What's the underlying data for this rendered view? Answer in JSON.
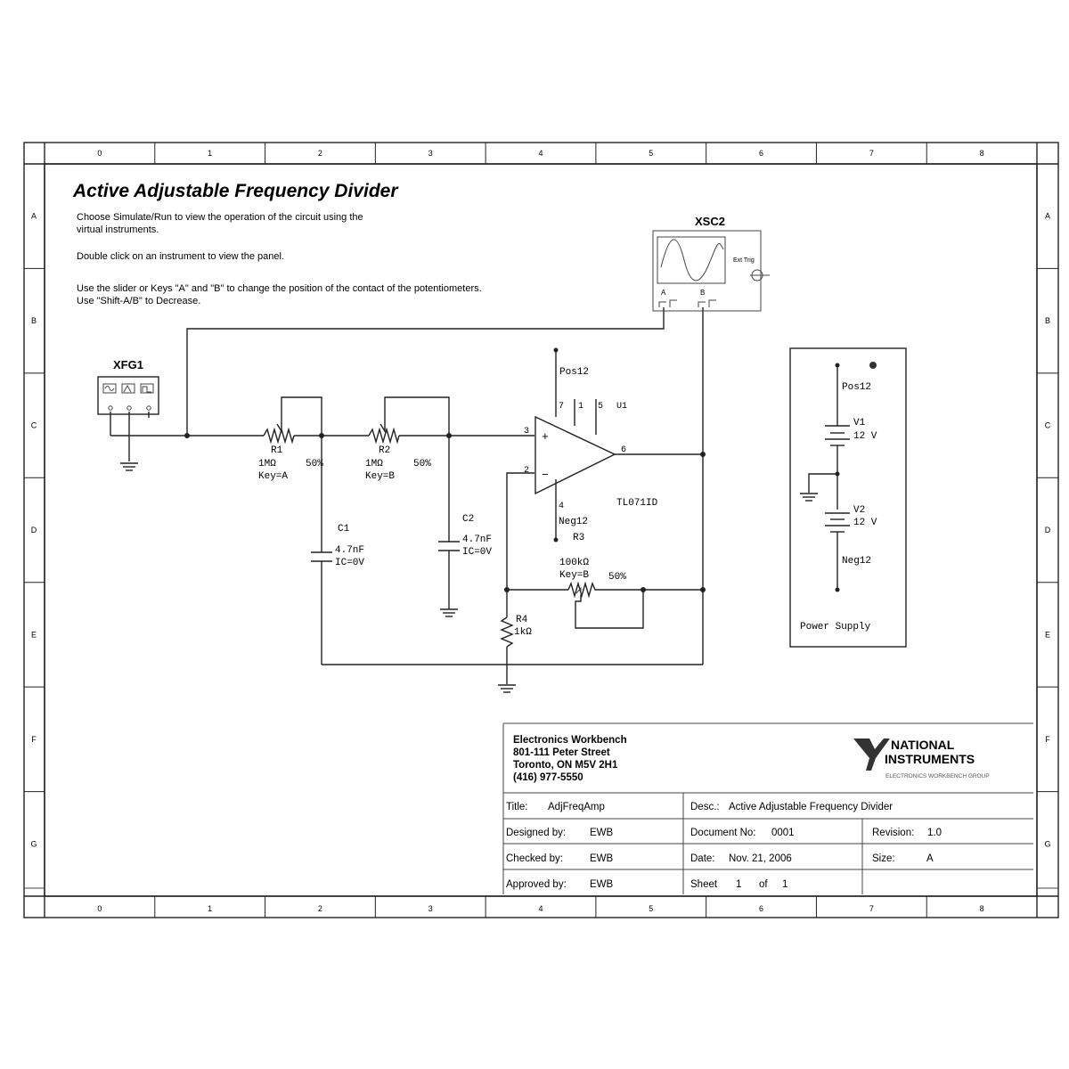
{
  "sheet": {
    "title": "Active Adjustable Frequency Divider",
    "col_labels": [
      "0",
      "1",
      "2",
      "3",
      "4",
      "5",
      "6",
      "7",
      "8"
    ],
    "row_labels": [
      "A",
      "B",
      "C",
      "D",
      "E",
      "F",
      "G"
    ],
    "instructions": [
      "Choose Simulate/Run to view the operation of the circuit using the",
      "virtual instruments.",
      "Double click on an instrument to view the panel.",
      "Use the slider or Keys \"A\" and \"B\" to change the position of the contact of the potentiometers.",
      "Use \"Shift-A/B\" to Decrease."
    ]
  },
  "components": {
    "xfg": {
      "ref": "XFG1"
    },
    "xsc": {
      "ref": "XSC2",
      "ext_trig": "Ext Trig",
      "ch_a": "A",
      "ch_b": "B"
    },
    "r1": {
      "ref": "R1",
      "value": "1MΩ",
      "percent": "50%",
      "key": "Key=A"
    },
    "r2": {
      "ref": "R2",
      "value": "1MΩ",
      "percent": "50%",
      "key": "Key=B"
    },
    "c1": {
      "ref": "C1",
      "value": "4.7nF",
      "ic": "IC=0V"
    },
    "c2": {
      "ref": "C2",
      "value": "4.7nF",
      "ic": "IC=0V"
    },
    "u1": {
      "ref": "U1",
      "part": "TL071ID",
      "pos": "Pos12",
      "neg": "Neg12",
      "pin7": "7",
      "pin1": "1",
      "pin5": "5",
      "pin3": "3",
      "pin2": "2",
      "pin6": "6",
      "pin4": "4",
      "plus": "+",
      "minus": "−"
    },
    "r3": {
      "ref": "R3",
      "value": "100kΩ",
      "key": "Key=B",
      "percent": "50%"
    },
    "r4": {
      "ref": "R4",
      "value": "1kΩ"
    },
    "supply": {
      "pos": "Pos12",
      "neg": "Neg12",
      "v1": "V1",
      "v1_val": "12 V",
      "v2": "V2",
      "v2_val": "12 V",
      "label": "Power Supply"
    }
  },
  "title_block": {
    "company": "Electronics Workbench",
    "address1": "801-111 Peter Street",
    "address2": "Toronto, ON M5V 2H1",
    "phone": "(416) 977-5550",
    "logo_line1": "NATIONAL",
    "logo_line2": "INSTRUMENTS",
    "logo_sub": "ELECTRONICS WORKBENCH GROUP",
    "title_label": "Title:",
    "title_value": "AdjFreqAmp",
    "desc_label": "Desc.:",
    "desc_value": "Active Adjustable Frequency Divider",
    "designed_label": "Designed by:",
    "designed_value": "EWB",
    "docno_label": "Document No:",
    "docno_value": "0001",
    "revision_label": "Revision:",
    "revision_value": "1.0",
    "checked_label": "Checked by:",
    "checked_value": "EWB",
    "date_label": "Date:",
    "date_value": "Nov. 21, 2006",
    "size_label": "Size:",
    "size_value": "A",
    "approved_label": "Approved by:",
    "approved_value": "EWB",
    "sheet_label": "Sheet",
    "sheet_value": "1",
    "of_label": "of",
    "of_value": "1"
  },
  "colors": {
    "line": "#222222",
    "paper": "#ffffff"
  }
}
